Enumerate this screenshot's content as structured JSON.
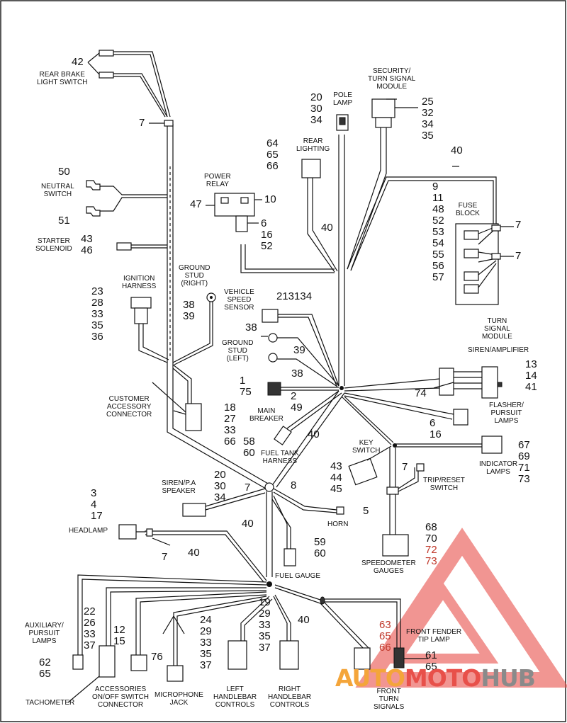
{
  "labels": {
    "rear_brake": "REAR BRAKE\nLIGHT SWITCH",
    "neutral": "NEUTRAL\nSWITCH",
    "starter": "STARTER\nSOLENOID",
    "ignition": "IGNITION\nHARNESS",
    "ground_right": "GROUND\nSTUD\n(RIGHT)",
    "power_relay": "POWER\nRELAY",
    "pole_lamp": "POLE\nLAMP",
    "security": "SECURITY/\nTURN SIGNAL\nMODULE",
    "rear_lighting": "REAR\nLIGHTING",
    "fuse_block": "FUSE\nBLOCK",
    "vss": "VEHICLE\nSPEED\nSENSOR",
    "ground_left": "GROUND\nSTUD\n(LEFT)",
    "turn_module": "TURN\nSIGNAL\nMODULE",
    "siren_amp": "SIREN/AMPLIFIER",
    "customer_acc": "CUSTOMER\nACCESSORY\nCONNECTOR",
    "main_breaker": "MAIN\nBREAKER",
    "fuel_tank": "FUEL TANK\nHARNESS",
    "key_switch": "KEY\nSWITCH",
    "flasher": "FLASHER/\nPURSUIT\nLAMPS",
    "indicator": "INDICATOR\nLAMPS",
    "siren_speaker": "SIREN/P.A\nSPEAKER",
    "trip_reset": "TRIP/RESET\nSWITCH",
    "horn": "HORN",
    "headlamp": "HEADLAMP",
    "fuel_gauge": "FUEL GAUGE",
    "speedo": "SPEEDOMETER\nGAUGES",
    "aux_lamps": "AUXILIARY/\nPURSUIT\nLAMPS",
    "front_fender": "FRONT FENDER\nTIP LAMP",
    "tachometer": "TACHOMETER",
    "accessories": "ACCESSORIES\nON/OFF SWITCH\nCONNECTOR",
    "mic_jack": "MICROPHONE\nJACK",
    "left_hb": "LEFT\nHANDLEBAR\nCONTROLS",
    "right_hb": "RIGHT\nHANDLEBAR\nCONTROLS",
    "front_turn": "FRONT\nTURN\nSIGNALS"
  },
  "callouts": {
    "c42": "42",
    "c7a": "7",
    "c50": "50",
    "c51": "51",
    "c43_46": "43\n46",
    "c23": "23\n28\n33\n35\n36",
    "c38_39r": "38\n39",
    "c47": "47",
    "c10": "10",
    "c6_16_52": "6\n16\n52",
    "c20_30_34a": "20\n30\n34",
    "c25": "25\n32\n34\n35",
    "c64": "64\n65\n66",
    "c40a": "40",
    "c40b": "40",
    "c9": "9\n11\n48\n52\n53\n54\n55\n56\n57",
    "c7fuse1": "7",
    "c7fuse2": "7",
    "c213134": "213134",
    "c38l": "38",
    "c39l": "39",
    "c38l2": "38",
    "c13": "13\n14\n41",
    "c1_75": "1\n75",
    "c2_49": "2\n49",
    "c74": "74",
    "c18": "18\n27\n33\n66",
    "c58_60": "58\n60",
    "c40c": "40",
    "c6_16": "6\n16",
    "c67": "67\n69\n71\n73",
    "c43_44_45": "43\n44\n45",
    "c7key": "7",
    "c20_30_34b": "20\n30\n34",
    "c7mid": "7",
    "c8": "8",
    "c5": "5",
    "c3": "3\n4\n17",
    "c40d": "40",
    "c7head": "7",
    "c40e": "40",
    "c59_60": "59\n60",
    "c68_70": "68\n70",
    "c72_73": "72\n73",
    "c22": "22\n26\n33\n37",
    "c12": "12\n15",
    "c76": "76",
    "c24": "24\n29\n33\n35\n37",
    "c19": "19\n29\n33\n35\n37",
    "c40f": "40",
    "c63": "63\n65\n66",
    "c61": "61\n65",
    "c62": "62\n65"
  },
  "watermark": {
    "part1": "AUTO",
    "part2": "MOTO",
    "part3": "HUB"
  },
  "colors": {
    "line": "#111111",
    "watermark_red": "#e8504a",
    "watermark_orange": "#f4a53a",
    "watermark_grey": "#8a8a8a"
  }
}
